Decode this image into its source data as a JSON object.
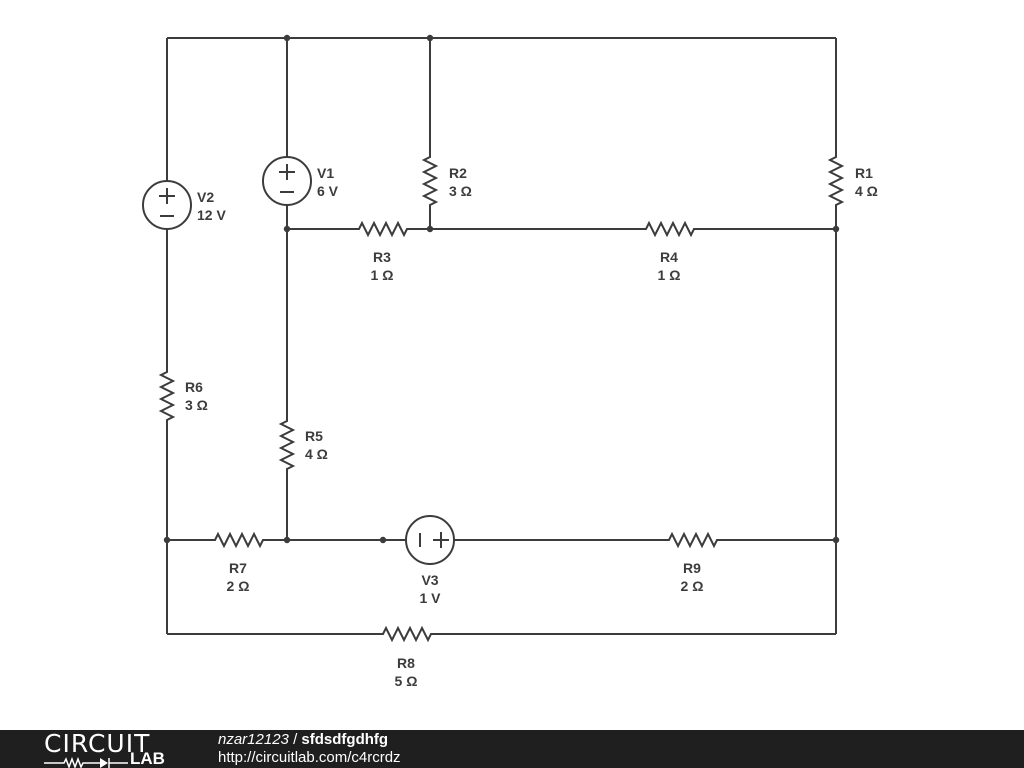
{
  "components": {
    "V1": {
      "name": "V1",
      "value": "6 V"
    },
    "V2": {
      "name": "V2",
      "value": "12 V"
    },
    "V3": {
      "name": "V3",
      "value": "1 V"
    },
    "R1": {
      "name": "R1",
      "value": "4 Ω"
    },
    "R2": {
      "name": "R2",
      "value": "3 Ω"
    },
    "R3": {
      "name": "R3",
      "value": "1 Ω"
    },
    "R4": {
      "name": "R4",
      "value": "1 Ω"
    },
    "R5": {
      "name": "R5",
      "value": "4 Ω"
    },
    "R6": {
      "name": "R6",
      "value": "3 Ω"
    },
    "R7": {
      "name": "R7",
      "value": "2 Ω"
    },
    "R8": {
      "name": "R8",
      "value": "5 Ω"
    },
    "R9": {
      "name": "R9",
      "value": "2 Ω"
    }
  },
  "footer": {
    "logo_top": "CIRCUIT",
    "logo_bottom": "LAB",
    "user": "nzar12123",
    "separator": " / ",
    "project": "sfdsdfgdhfg",
    "url": "http://circuitlab.com/c4rcrdz"
  }
}
